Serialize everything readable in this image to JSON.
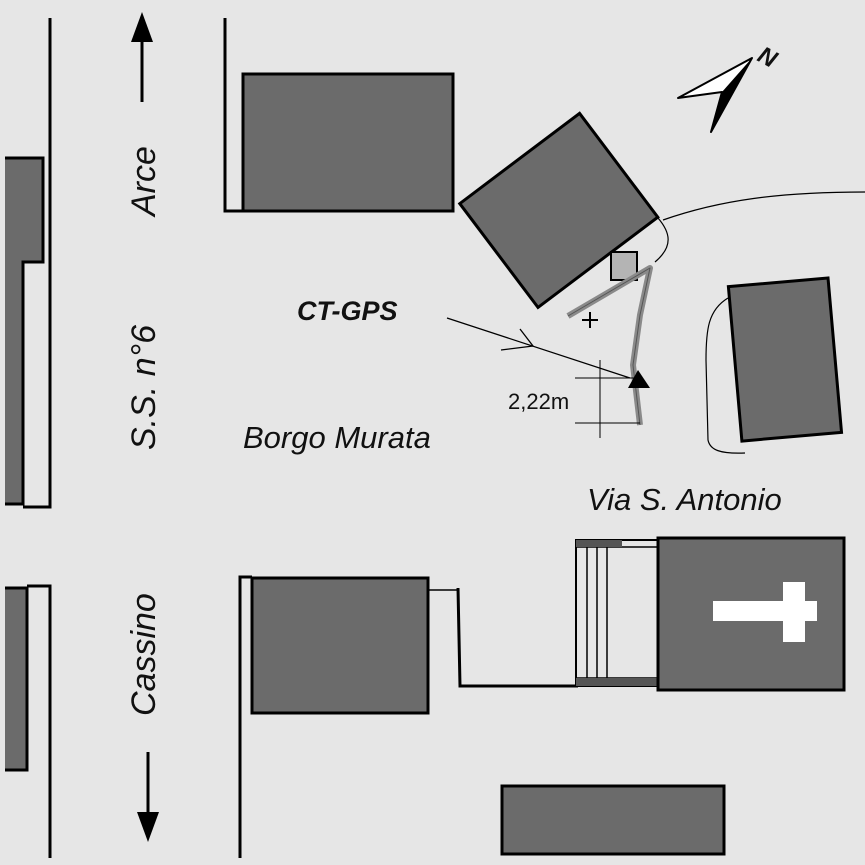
{
  "labels": {
    "road_number": "S.S. n°6",
    "direction_north": "Arce",
    "direction_south": "Cassino",
    "locality": "Borgo Murata",
    "street": "Via S. Antonio",
    "station": "CT-GPS",
    "offset": "2,22m"
  },
  "compass": {
    "symbol": "N",
    "icon": "north-arrow-icon"
  },
  "colors": {
    "background": "#e6e6e6",
    "building": "#6b6b6b",
    "line": "#000000",
    "track": "#8a8a8a",
    "cross": "#ffffff"
  }
}
